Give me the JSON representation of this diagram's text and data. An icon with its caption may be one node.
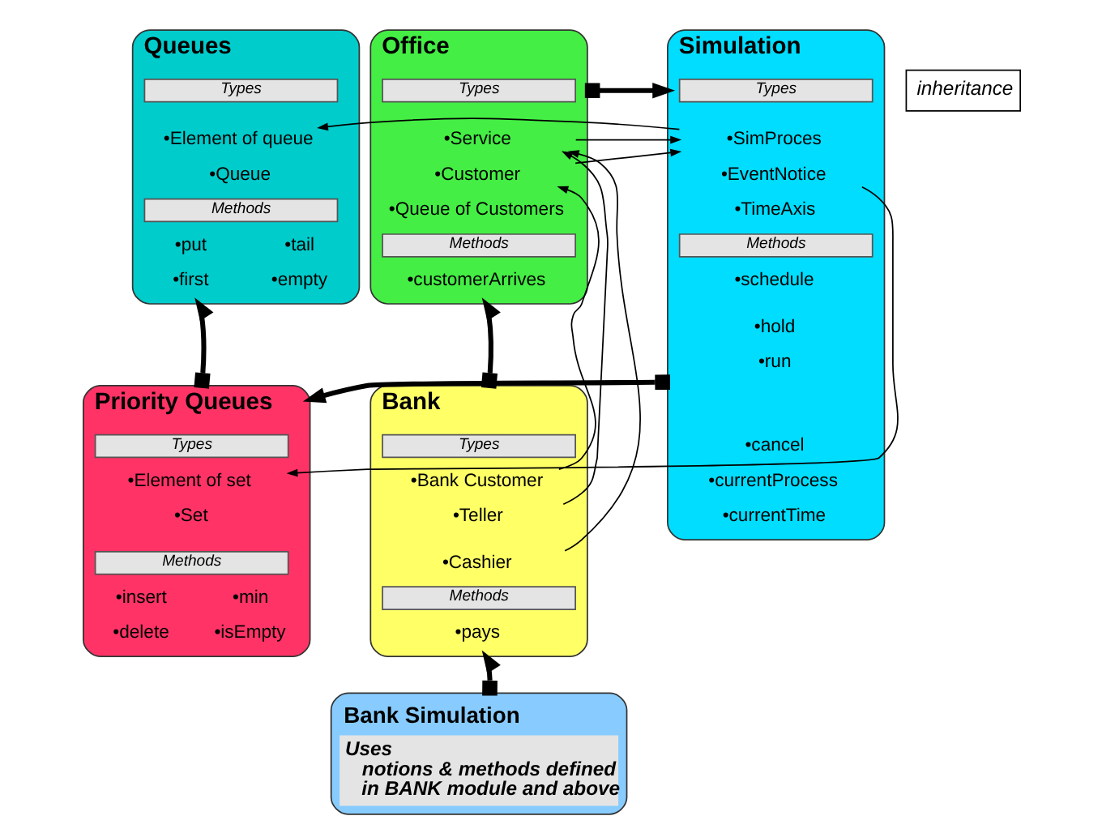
{
  "diagram": {
    "nodes": [
      {
        "text": [
          "Queues"
        ]
      },
      {
        "text": [
          "Types"
        ],
        "in": 0
      },
      {
        "text": [
          "•Element of queue"
        ],
        "in": 0
      },
      {
        "text": [
          "•Queue"
        ],
        "in": 0
      },
      {
        "text": [
          "Methods"
        ],
        "in": 0
      },
      {
        "text": [
          "•put"
        ],
        "in": 0
      },
      {
        "text": [
          "•tail"
        ],
        "in": 0
      },
      {
        "text": [
          "•first"
        ],
        "in": 0
      },
      {
        "text": [
          "•empty"
        ],
        "in": 0
      },
      {
        "text": [
          "Priority Queues"
        ]
      },
      {
        "text": [
          "Types"
        ],
        "in": 9
      },
      {
        "text": [
          "•Element of set"
        ],
        "in": 9
      },
      {
        "text": [
          "•Set"
        ],
        "in": 9
      },
      {
        "text": [
          "Methods"
        ],
        "in": 9
      },
      {
        "text": [
          "•insert"
        ],
        "in": 9
      },
      {
        "text": [
          "•min"
        ],
        "in": 9
      },
      {
        "text": [
          "•delete"
        ],
        "in": 9
      },
      {
        "text": [
          "•isEmpty"
        ],
        "in": 9
      },
      {
        "text": [
          "Simulation"
        ]
      },
      {
        "text": [
          "Types"
        ],
        "in": 18
      },
      {
        "text": [
          "•SimProces"
        ],
        "in": 18
      },
      {
        "text": [
          "•EventNotice"
        ],
        "in": 18
      },
      {
        "text": [
          "•TimeAxis"
        ],
        "in": 18
      },
      {
        "text": [
          "Methods"
        ],
        "in": 18
      },
      {
        "text": [
          "•schedule"
        ],
        "in": 18
      },
      {
        "text": [
          "•hold"
        ],
        "in": 18
      },
      {
        "text": [
          "•run"
        ],
        "in": 18
      },
      {
        "text": [
          "•cancel"
        ],
        "in": 18
      },
      {
        "text": [
          "•currentProcess"
        ],
        "in": 18
      },
      {
        "text": [
          "•currentTime"
        ],
        "in": 18
      },
      {
        "text": [
          "Office"
        ]
      },
      {
        "text": [
          "Types"
        ],
        "in": 30
      },
      {
        "text": [
          "•Service"
        ],
        "in": 30
      },
      {
        "text": [
          "•Customer"
        ],
        "in": 30
      },
      {
        "text": [
          "•Queue of Customers"
        ],
        "in": 30
      },
      {
        "text": [
          "Methods"
        ],
        "in": 30
      },
      {
        "text": [
          "•customerArrives"
        ],
        "in": 30
      },
      {
        "text": [
          "Bank"
        ]
      },
      {
        "text": [
          "Types"
        ],
        "in": 37
      },
      {
        "text": [
          "•Bank Customer"
        ],
        "in": 37
      },
      {
        "text": [
          "•Teller"
        ],
        "in": 37
      },
      {
        "text": [
          "•Cashier"
        ],
        "in": 37
      },
      {
        "text": [
          "Methods"
        ],
        "in": 37
      },
      {
        "text": [
          "•pays"
        ],
        "in": 37
      },
      {
        "text": [
          "Bank Simulation",
          "Uses",
          "notions & methods defined in BANK module and above"
        ]
      }
    ],
    "edges": [
      {
        "from": 9,
        "to": 0,
        "arrow": "to",
        "style": "thick"
      },
      {
        "from": 18,
        "to": 9,
        "arrow": "to",
        "style": "thick"
      },
      {
        "from": 30,
        "to": 18,
        "arrow": "to",
        "style": "thick"
      },
      {
        "from": 37,
        "to": 30,
        "arrow": "to",
        "style": "thick"
      },
      {
        "from": 44,
        "to": 37,
        "arrow": "to",
        "style": "thick"
      },
      {
        "from": 20,
        "to": 2,
        "arrow": "to"
      },
      {
        "from": 21,
        "to": 11,
        "arrow": "to"
      },
      {
        "from": 32,
        "to": 20,
        "arrow": "to"
      },
      {
        "from": 33,
        "to": 20,
        "arrow": "to"
      },
      {
        "from": 39,
        "to": 33,
        "arrow": "to"
      },
      {
        "from": 40,
        "to": 32,
        "arrow": "to"
      },
      {
        "from": 41,
        "to": 32,
        "arrow": "to"
      }
    ],
    "legend": [
      {
        "text": "inheritance"
      }
    ]
  }
}
